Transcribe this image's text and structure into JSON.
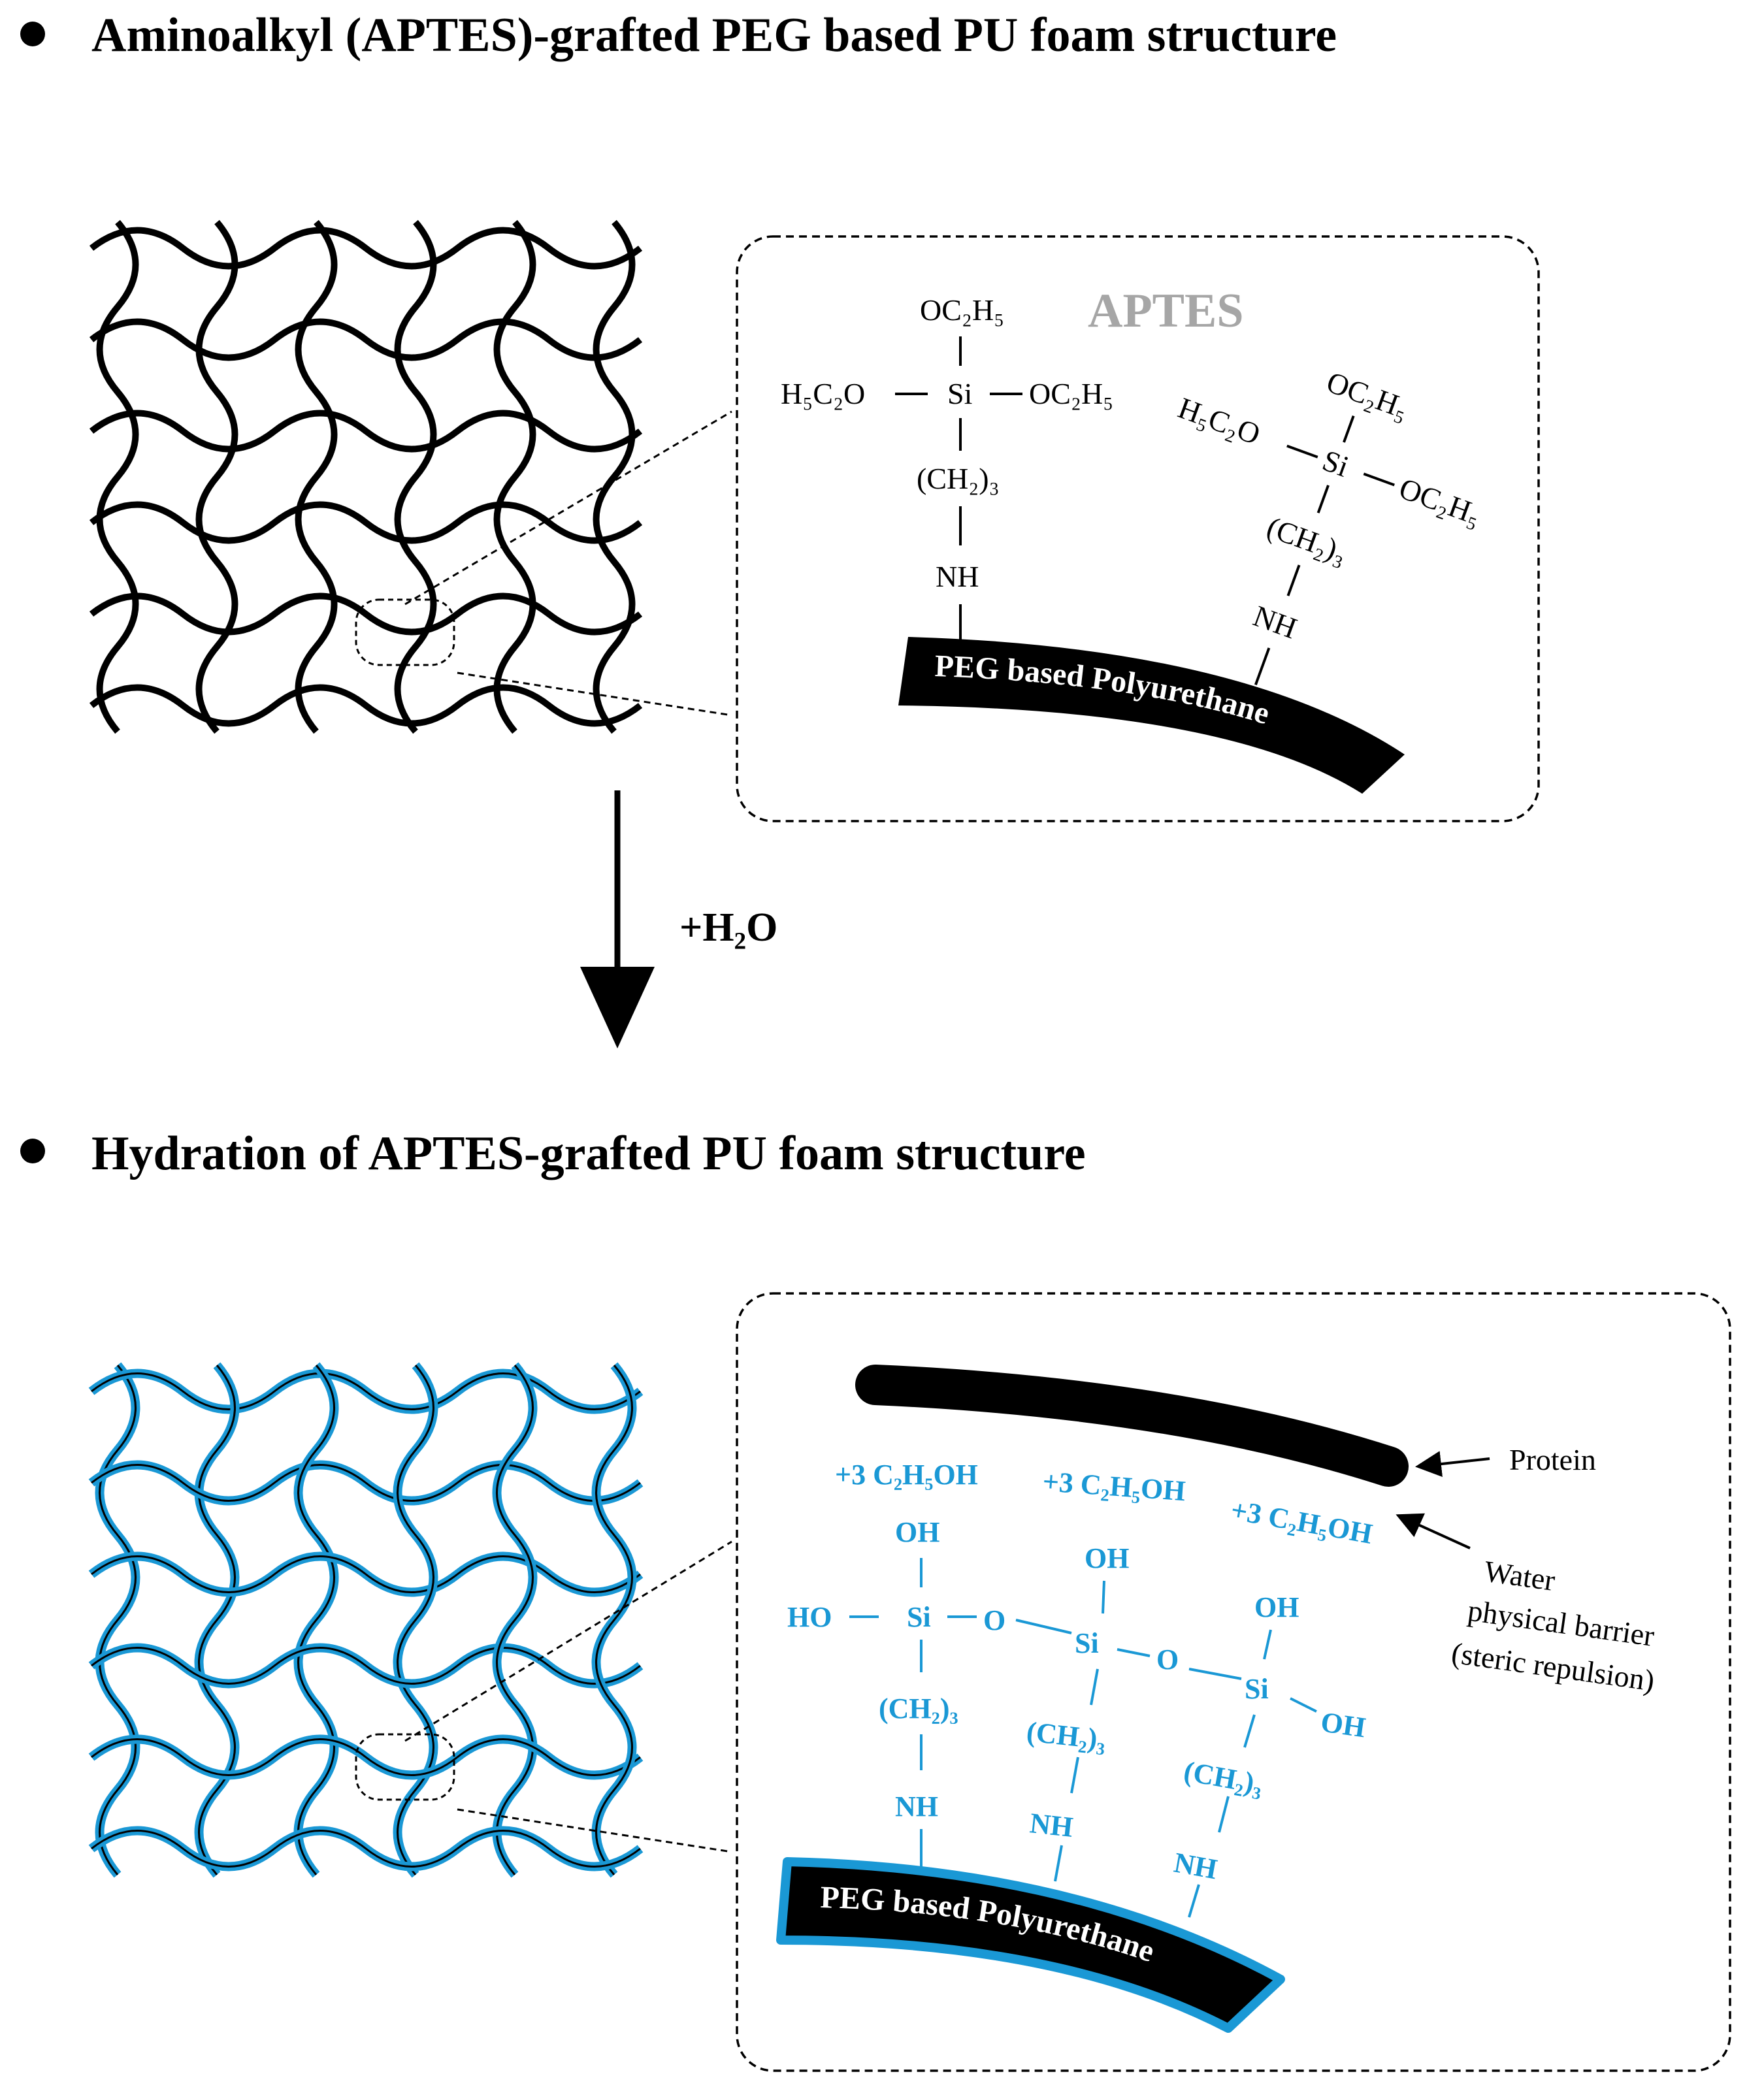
{
  "colors": {
    "black": "#000000",
    "blue": "#1a98d5",
    "gray": "#a6a6a6",
    "background": "#ffffff"
  },
  "top_section": {
    "heading": "Aminoalkyl (APTES)-grafted PEG based PU foam structure",
    "aptes_label": "APTES",
    "molecule_1": {
      "top": "OC₂H₅",
      "left": "H₅C₂O",
      "center": "Si",
      "right": "OC₂H₅",
      "chain": "(CH₂)₃",
      "amine": "NH"
    },
    "molecule_2": {
      "top": "OC₂H₅",
      "left": "H₅C₂O",
      "center": "Si",
      "right": "OC₂H₅",
      "chain": "(CH₂)₃",
      "amine": "NH"
    },
    "backbone_label": "PEG based Polyurethane"
  },
  "reaction": {
    "reagent": "+H₂O"
  },
  "bottom_section": {
    "heading": "Hydration of APTES-grafted PU foam structure",
    "byproducts": [
      "+3 C₂H₅OH",
      "+3 C₂H₅OH",
      "+3 C₂H₅OH"
    ],
    "hydroxyl": "OH",
    "hydroxyl_left": "HO",
    "hydroxyl_right": "OH",
    "silicon": "Si",
    "oxygen_bridge": "O",
    "chain": "(CH₂)₃",
    "amine": "NH",
    "backbone_label": "PEG based Polyurethane",
    "protein_label": "Protein",
    "barrier_label": [
      "Water",
      "physical barrier",
      "(steric repulsion)"
    ]
  }
}
